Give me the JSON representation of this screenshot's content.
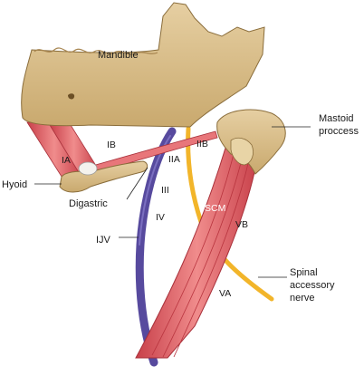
{
  "labels": {
    "mandible": "Mandible",
    "mastoid_line1": "Mastoid",
    "mastoid_line2": "proccess",
    "hyoid": "Hyoid",
    "digastric": "Digastric",
    "ijv": "IJV",
    "scm": "SCM",
    "spinal_line1": "Spinal",
    "spinal_line2": "accessory",
    "spinal_line3": "nerve"
  },
  "levels": {
    "IA": "IA",
    "IB": "IB",
    "IIA": "IIA",
    "IIB": "IIB",
    "III": "III",
    "IV": "IV",
    "VA": "VA",
    "VB": "VB"
  },
  "colors": {
    "bone": "#d9bf8f",
    "bone_shade": "#b99a63",
    "muscle": "#e0585c",
    "muscle_light": "#f08c8c",
    "vein": "#574a9e",
    "nerve": "#f2b52a",
    "leader": "#222222"
  }
}
